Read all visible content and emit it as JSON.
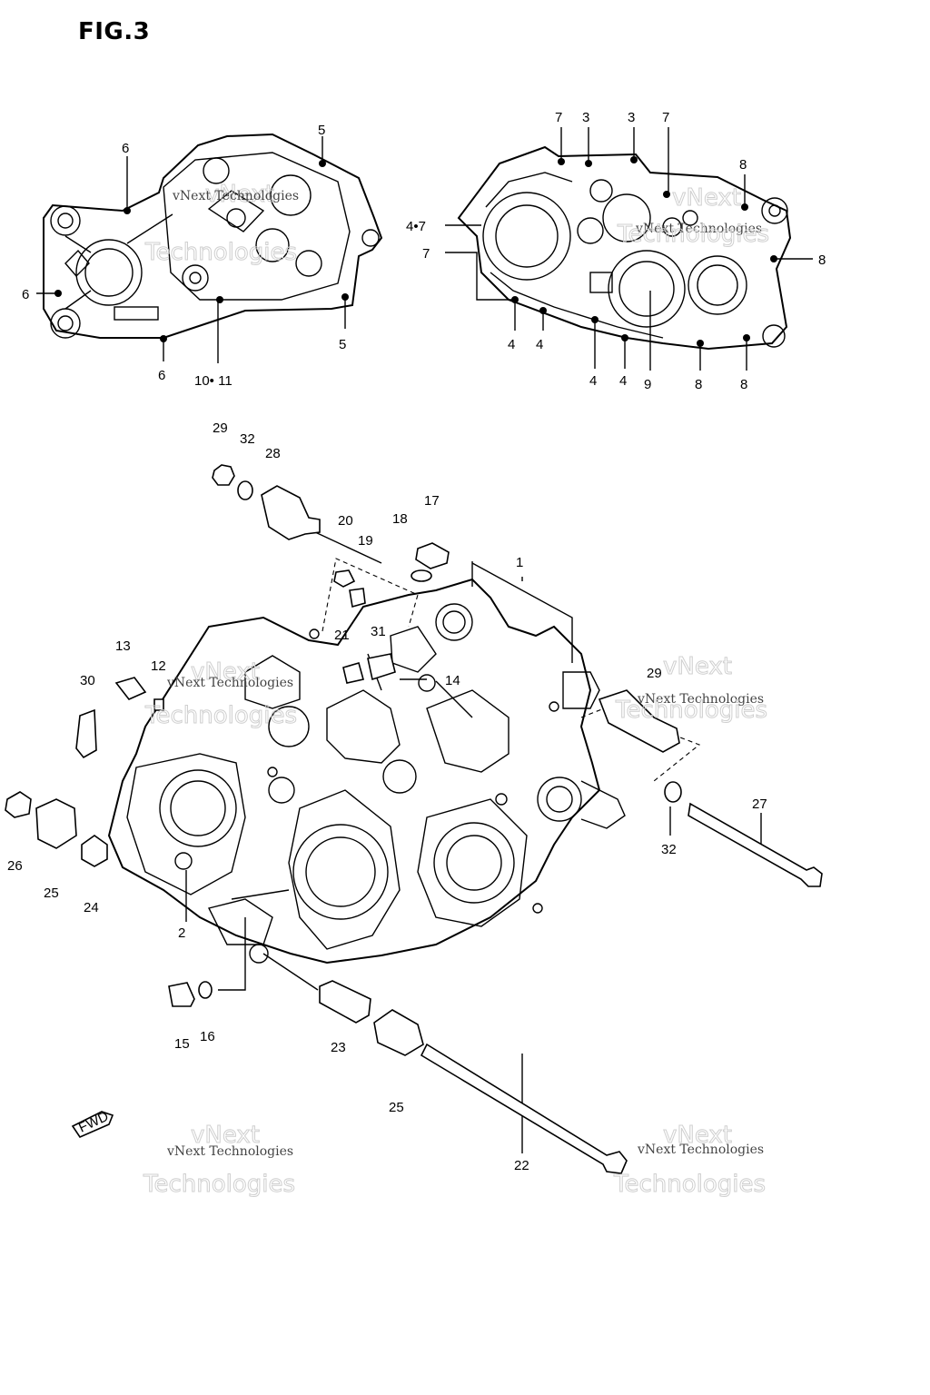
{
  "figure": {
    "title": "FIG.3"
  },
  "watermark": {
    "line1": "vNext Technologies",
    "line2": "Technologies",
    "line3": "vNext"
  },
  "callouts": {
    "c1": "1",
    "c2": "2",
    "c3a": "3",
    "c3b": "3",
    "c4a": "4",
    "c4b": "4",
    "c4c": "4",
    "c4d": "4",
    "c47": "4•7",
    "c5a": "5",
    "c5b": "5",
    "c6a": "6",
    "c6b": "6",
    "c6c": "6",
    "c7a": "7",
    "c7b": "7",
    "c7c": "7",
    "c8a": "8",
    "c8b": "8",
    "c8c": "8",
    "c8d": "8",
    "c9": "9",
    "c1011": "10• 11",
    "c12": "12",
    "c13": "13",
    "c14": "14",
    "c15": "15",
    "c16": "16",
    "c17": "17",
    "c18": "18",
    "c19": "19",
    "c20": "20",
    "c21": "21",
    "c22": "22",
    "c23": "23",
    "c24": "24",
    "c25a": "25",
    "c25b": "25",
    "c26": "26",
    "c27": "27",
    "c28": "28",
    "c29a": "29",
    "c29b": "29",
    "c30": "30",
    "c31": "31",
    "c32a": "32",
    "c32b": "32"
  },
  "fwd": {
    "label": "FWD"
  }
}
